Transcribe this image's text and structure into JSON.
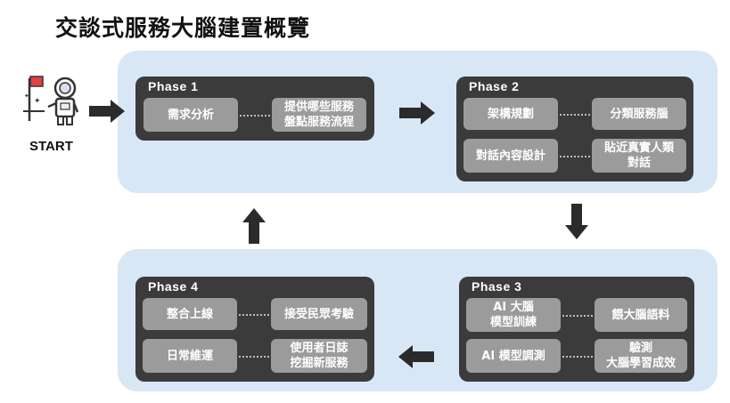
{
  "title": "交談式服務大腦建置概覽",
  "start": {
    "label": "START",
    "icon": "astronaut-flag-icon"
  },
  "phases": [
    {
      "label": "Phase 1",
      "boxes": [
        "需求分析",
        "提供哪些服務\n盤點服務流程"
      ]
    },
    {
      "label": "Phase 2",
      "boxes": [
        "架構規劃",
        "分類服務腦",
        "對話內容設計",
        "貼近真實人類\n對話"
      ]
    },
    {
      "label": "Phase 3",
      "boxes": [
        "AI 大腦\n模型訓練",
        "餵大腦語料",
        "AI 模型調測",
        "驗測\n大腦學習成效"
      ]
    },
    {
      "label": "Phase 4",
      "boxes": [
        "整合上線",
        "接受民眾考驗",
        "日常維運",
        "使用者日誌\n挖掘新服務"
      ]
    }
  ],
  "colors": {
    "band": "#d8e7f5",
    "phase": "#3b3b3b",
    "box": "#9b9b9b",
    "arrow": "#2b2b2b"
  }
}
